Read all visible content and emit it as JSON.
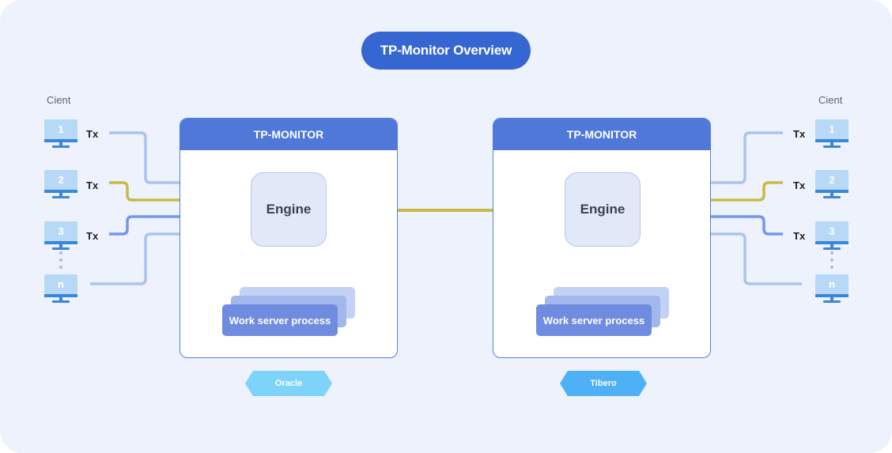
{
  "title": "TP-Monitor Overview",
  "client_label": "Cient",
  "tx_label": "Tx",
  "monitor_header": "TP-MONITOR",
  "engine_label": "Engine",
  "work_server_label": "Work server process",
  "clients": [
    "1",
    "2",
    "3",
    "n"
  ],
  "databases": {
    "left": {
      "name": "Oracle",
      "color": "#7ed3fa"
    },
    "right": {
      "name": "Tibero",
      "color": "#4fb1f5"
    }
  },
  "colors": {
    "title_bg": "#3566d2",
    "tp_header": "#4f78d8",
    "line_light": "#a9c4ee",
    "line_olive": "#c8ba48",
    "line_blue": "#7397eb",
    "monitor_screen": "#b7d9f6",
    "monitor_frame": "#3a86d8"
  }
}
